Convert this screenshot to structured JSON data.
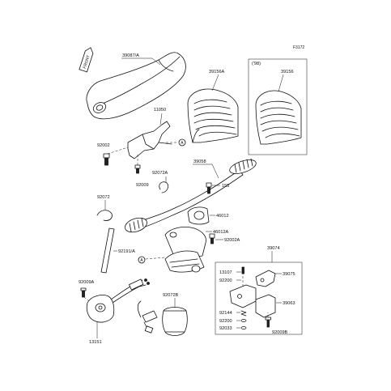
{
  "diagram": {
    "figure_code": "F3172",
    "front_marker": "FRONT",
    "year_note": "('98)",
    "callout_letter": "A",
    "part_labels": {
      "p39087A": "39087/A",
      "p39156A": "39156A",
      "p39156": "39156",
      "p11050": "11050",
      "p92002": "92002",
      "p92009": "92009",
      "p92072A": "92072A",
      "p39058": "39058",
      "p155": "155",
      "p92072": "92072",
      "p46012": "46012",
      "p46012A": "46012A",
      "p92002A": "92002A",
      "p92191A": "92191/A",
      "p39074": "39074",
      "p13107": "13107",
      "p39075": "39075",
      "p92200a": "92200",
      "p92009A": "92009A",
      "p92072B": "92072B",
      "p92144": "92144",
      "p92200b": "92200",
      "p92033": "92033",
      "p39063": "39063",
      "p92009B": "92009B",
      "p13151": "13151"
    }
  }
}
